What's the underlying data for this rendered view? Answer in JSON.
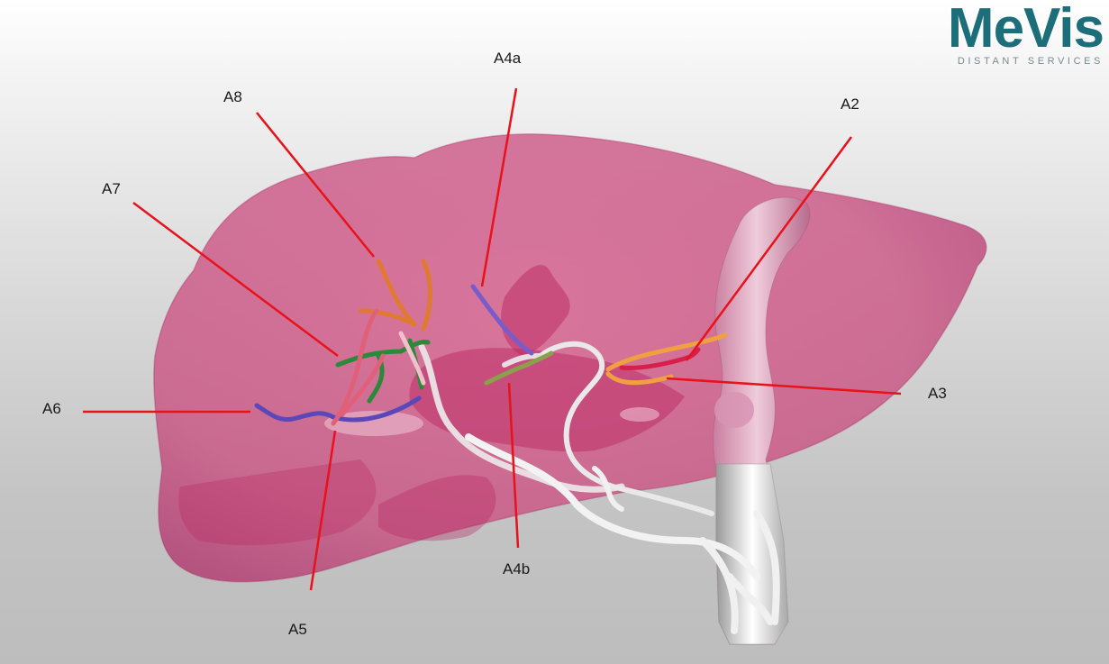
{
  "logo": {
    "word": "MeVis",
    "subtitle": "DISTANT SERVICES",
    "color": "#1c6f7a"
  },
  "labels": {
    "A2": "A2",
    "A3": "A3",
    "A4a": "A4a",
    "A4b": "A4b",
    "A5": "A5",
    "A6": "A6",
    "A7": "A7",
    "A8": "A8"
  },
  "colors": {
    "liver": "#c4376f",
    "pointer": "#e8121a",
    "vessel_main": "#e9dde2",
    "segment_A2": "#d6204a",
    "segment_A3": "#f0a040",
    "segment_A4a": "#7a5cc8",
    "segment_A4b": "#8aa04a",
    "segment_A5": "#e0607a",
    "segment_A6": "#5a48b8",
    "segment_A7": "#2a8a3a",
    "segment_A8": "#e07a30"
  }
}
